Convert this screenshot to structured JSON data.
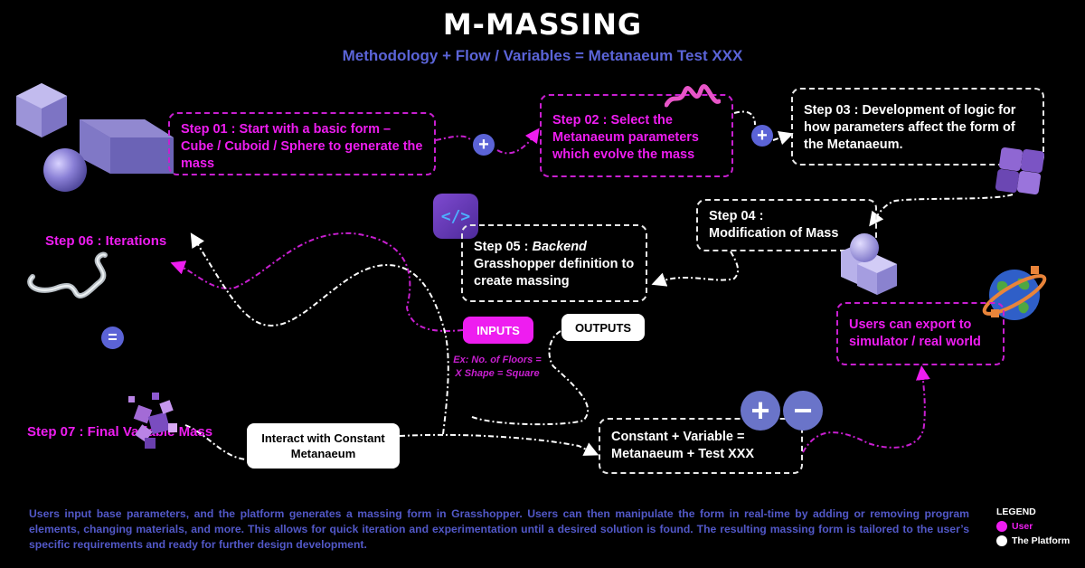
{
  "header": {
    "title": "M-MASSING",
    "subtitle": "Methodology + Flow / Variables = Metanaeum Test XXX"
  },
  "steps": {
    "step01": "Step 01 : Start with a basic form – Cube / Cuboid / Sphere to generate the mass",
    "step02": "Step 02 : Select the Metanaeum parameters which evolve the mass",
    "step03": "Step 03 : Development of logic for how parameters affect the form of the Metanaeum.",
    "step04_line1": "Step 04 :",
    "step04_line2": "Modification of Mass",
    "step05_prefix": "Step 05 : ",
    "step05_italic": "Backend",
    "step05_rest": "Grasshopper definition to create massing",
    "step06": "Step 06 : Iterations",
    "step07": "Step 07 : Final Variable Mass"
  },
  "nodes": {
    "inputs": "INPUTS",
    "outputs": "OUTPUTS",
    "inputs_example": "Ex: No. of Floors = X Shape = Square",
    "export": "Users can export to simulator / real world",
    "interact": "Interact with Constant Metanaeum",
    "constant_variable": "Constant + Variable = Metanaeum + Test XXX"
  },
  "operators": {
    "plus": "+",
    "minus": "−",
    "equals": "="
  },
  "icons": [
    "cube-icon",
    "cuboid-icon",
    "sphere-icon",
    "wave-icon",
    "puzzle-icon",
    "code-icon",
    "mass-combo-icon",
    "globe-icon",
    "squiggle-icon",
    "scattered-cubes-icon"
  ],
  "footer": {
    "description": "Users input base parameters, and the platform generates a massing form in Grasshopper. Users can then manipulate the form in real-time by adding or removing program elements, changing materials, and more. This allows for quick iteration and experimentation until a desired solution is found. The resulting massing form is tailored to the user’s specific requirements and ready for further design development."
  },
  "legend": {
    "title": "LEGEND",
    "items": [
      {
        "label": "User",
        "color": "#ee1df0"
      },
      {
        "label": "The Platform",
        "color": "#ffffff"
      }
    ]
  },
  "colors": {
    "user": "#ee1df0",
    "platform": "#ffffff",
    "accent": "#5b63d6",
    "background": "#000000"
  }
}
